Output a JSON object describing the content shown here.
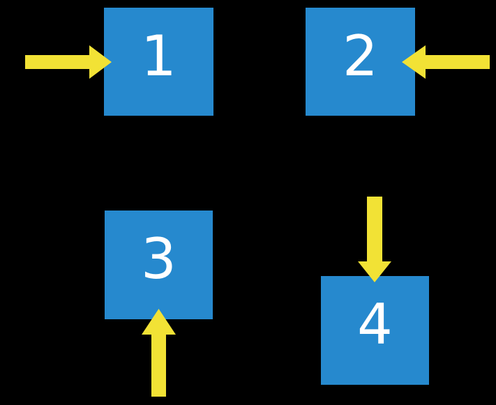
{
  "colors": {
    "background": "#000000",
    "box_fill": "#2689CE",
    "arrow_fill": "#F2E235",
    "label": "#FFFFFF"
  },
  "diagram": {
    "description": "Four numbered squares, each with one arrow pointing into it from a different side",
    "boxes": [
      {
        "label": "1",
        "position": "top-left",
        "arrow_direction": "right",
        "arrow_enters_from": "left"
      },
      {
        "label": "2",
        "position": "top-right",
        "arrow_direction": "left",
        "arrow_enters_from": "right"
      },
      {
        "label": "3",
        "position": "bottom-left",
        "arrow_direction": "up",
        "arrow_enters_from": "bottom"
      },
      {
        "label": "4",
        "position": "bottom-right",
        "arrow_direction": "down",
        "arrow_enters_from": "top"
      }
    ]
  }
}
